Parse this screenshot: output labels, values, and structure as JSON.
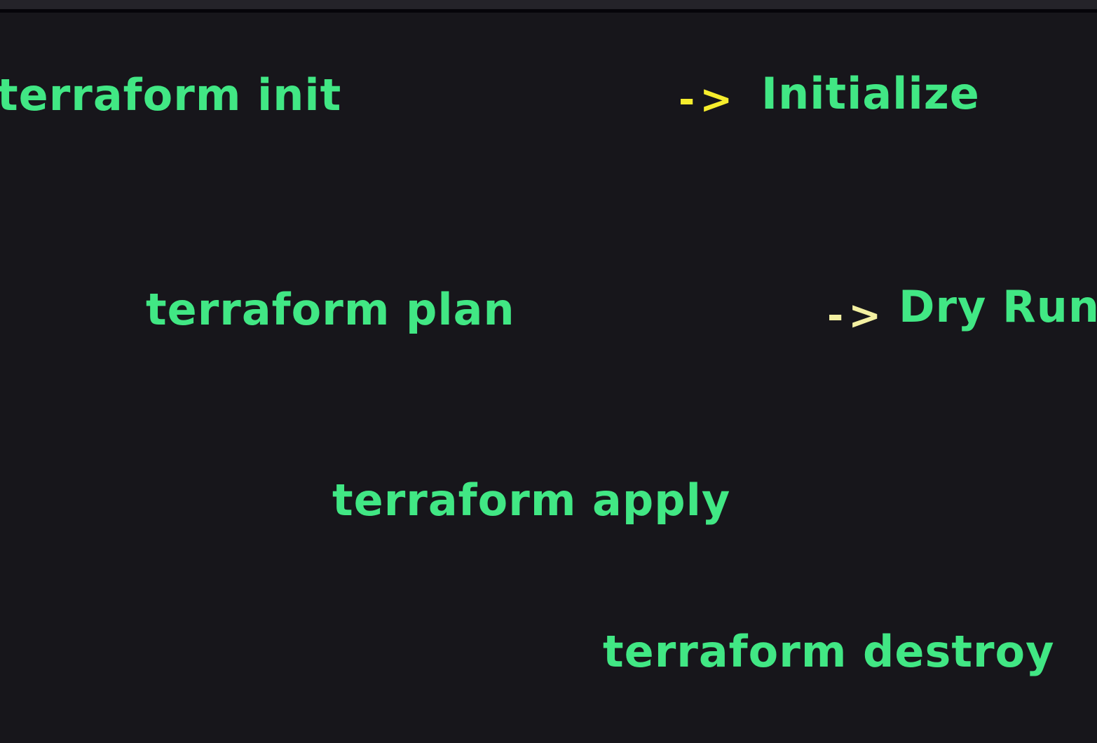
{
  "canvas": {
    "background_color": "#17161b",
    "topbar_color": "#242329",
    "divider_color": "#06050a"
  },
  "colors": {
    "text_green": "#41e784",
    "arrow_yellow_bright": "#f6ed2d",
    "arrow_yellow_pale": "#f3f0a2"
  },
  "rows": [
    {
      "command": "terraform init",
      "arrow": "->",
      "meaning": "Initialize"
    },
    {
      "command": "terraform plan",
      "arrow": "->",
      "meaning": "Dry Run"
    },
    {
      "command": "terraform apply",
      "arrow": "",
      "meaning": ""
    },
    {
      "command": "terraform destroy",
      "arrow": "",
      "meaning": ""
    }
  ]
}
